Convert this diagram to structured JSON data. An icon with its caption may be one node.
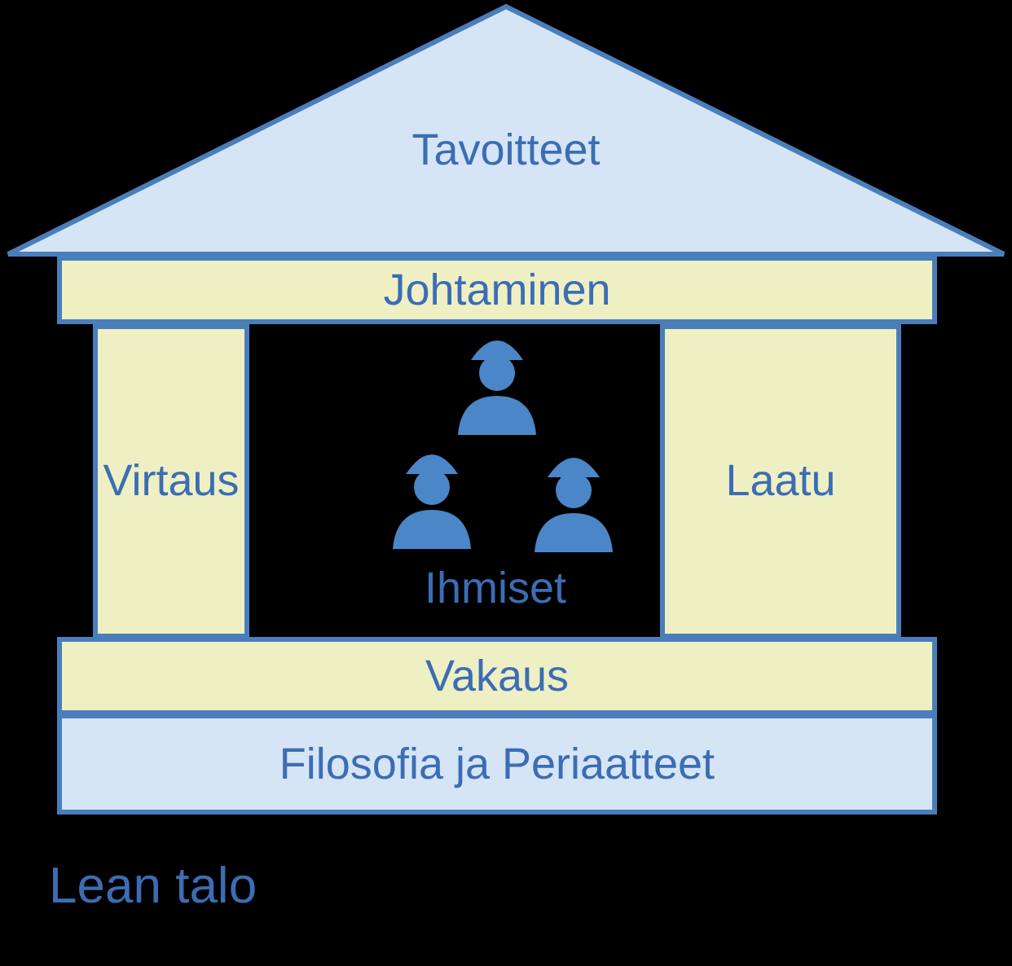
{
  "diagram": {
    "caption": "Lean talo",
    "nodes": [
      {
        "text": [
          "Tavoitteet"
        ]
      },
      {
        "text": [
          "Johtaminen"
        ]
      },
      {
        "text": [
          "Virtaus"
        ]
      },
      {
        "text": [
          "Ihmiset"
        ]
      },
      {
        "text": [
          "Laatu"
        ]
      },
      {
        "text": [
          "Vakaus"
        ]
      },
      {
        "text": [
          "Filosofia ja Periaatteet"
        ]
      }
    ],
    "edges": []
  }
}
